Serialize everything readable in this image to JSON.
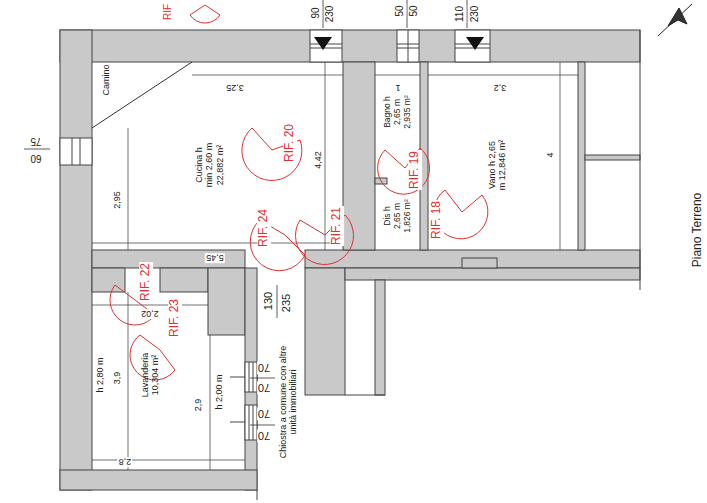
{
  "diagram": {
    "nodes": [
      {
        "text": [
          "Cucina h min 2,60 m 22,882 m²"
        ]
      },
      {
        "text": [
          "Bagno h 2,65 m 2,935 m²"
        ]
      },
      {
        "text": [
          "Dis h 2,65 m 1,826 m²"
        ]
      },
      {
        "text": [
          "Vano h 2,65 m 12,846 m²"
        ]
      },
      {
        "text": [
          "h 2,80 m",
          "Lavanderia 10,304 m²",
          "h 2,00 m"
        ]
      }
    ],
    "labels": [
      "RIF",
      "90",
      "230",
      "50",
      "50",
      "110",
      "230",
      "75",
      "60",
      "Camino",
      "3,25",
      "4,42",
      "2,95",
      "RIF. 20",
      "RIF. 24",
      "RIF. 21",
      "5,45",
      "1",
      "RIF. 19",
      "RIF. 18",
      "3,2",
      "4",
      "RIF. 22",
      "RIF. 23",
      "130",
      "235",
      "2,02",
      "3,9",
      "2,9",
      "2,8",
      "70",
      "70",
      "70",
      "70",
      "Chiostra a comune con altre unità immobiliari",
      "Piano Terreno"
    ]
  }
}
